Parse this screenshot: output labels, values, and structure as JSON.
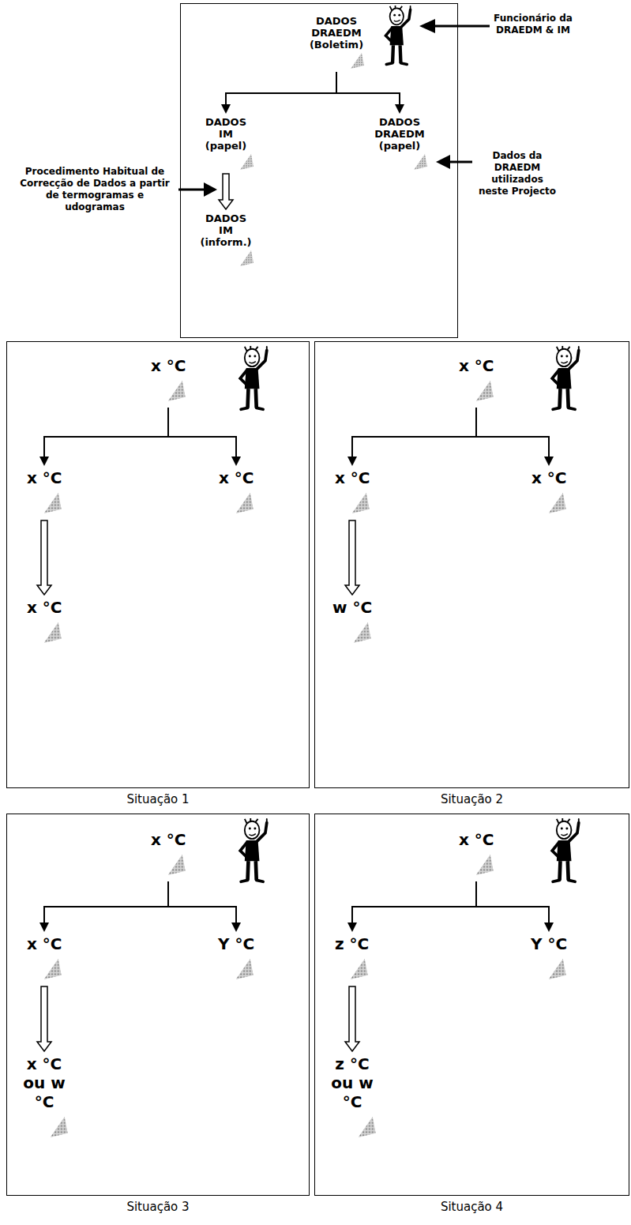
{
  "diagram": {
    "nodes": [
      {
        "text": []
      },
      {
        "text": [
          "DADOS DRAEDM (Boletim)"
        ],
        "in": 0
      },
      {
        "text": [
          "DADOS IM (papel)"
        ],
        "in": 0
      },
      {
        "text": [
          "DADOS DRAEDM (papel)"
        ],
        "in": 0
      },
      {
        "text": [
          "DADOS IM (inform.)"
        ],
        "in": 0
      },
      {
        "text": [
          "Situação 1"
        ]
      },
      {
        "text": [
          "x °C"
        ],
        "in": 5
      },
      {
        "text": [
          "x °C"
        ],
        "in": 5
      },
      {
        "text": [
          "x °C"
        ],
        "in": 5
      },
      {
        "text": [
          "x °C"
        ],
        "in": 5
      },
      {
        "text": [
          "Situação 2"
        ]
      },
      {
        "text": [
          "x °C"
        ],
        "in": 10
      },
      {
        "text": [
          "x °C"
        ],
        "in": 10
      },
      {
        "text": [
          "x °C"
        ],
        "in": 10
      },
      {
        "text": [
          "w °C"
        ],
        "in": 10
      },
      {
        "text": [
          "Situação 3"
        ]
      },
      {
        "text": [
          "x °C"
        ],
        "in": 15
      },
      {
        "text": [
          "x °C"
        ],
        "in": 15
      },
      {
        "text": [
          "Y °C"
        ],
        "in": 15
      },
      {
        "text": [
          "x °C ou w °C"
        ],
        "in": 15
      },
      {
        "text": [
          "Situação 4"
        ]
      },
      {
        "text": [
          "x °C"
        ],
        "in": 20
      },
      {
        "text": [
          "z °C"
        ],
        "in": 20
      },
      {
        "text": [
          "Y °C"
        ],
        "in": 20
      },
      {
        "text": [
          "z °C ou w °C"
        ],
        "in": 20
      }
    ],
    "edges": [
      {
        "from": 1,
        "to": 2,
        "arrow": "to"
      },
      {
        "from": 1,
        "to": 3,
        "arrow": "to"
      },
      {
        "from": 2,
        "to": 4,
        "arrow": "to"
      },
      {
        "from": 6,
        "to": 7,
        "arrow": "to"
      },
      {
        "from": 6,
        "to": 8,
        "arrow": "to"
      },
      {
        "from": 7,
        "to": 9,
        "arrow": "to"
      },
      {
        "from": 11,
        "to": 12,
        "arrow": "to"
      },
      {
        "from": 11,
        "to": 13,
        "arrow": "to"
      },
      {
        "from": 12,
        "to": 14,
        "arrow": "to"
      },
      {
        "from": 16,
        "to": 17,
        "arrow": "to"
      },
      {
        "from": 16,
        "to": 18,
        "arrow": "to"
      },
      {
        "from": 17,
        "to": 19,
        "arrow": "to"
      },
      {
        "from": 21,
        "to": 22,
        "arrow": "to"
      },
      {
        "from": 21,
        "to": 23,
        "arrow": "to"
      },
      {
        "from": 22,
        "to": 24,
        "arrow": "to"
      }
    ],
    "labels": [
      "Funcionário da DRAEDM & IM",
      "Procedimento Habitual de Correcção de Dados a partir de termogramas e udogramas",
      "Dados da DRAEDM utilizados neste Projecto"
    ]
  }
}
